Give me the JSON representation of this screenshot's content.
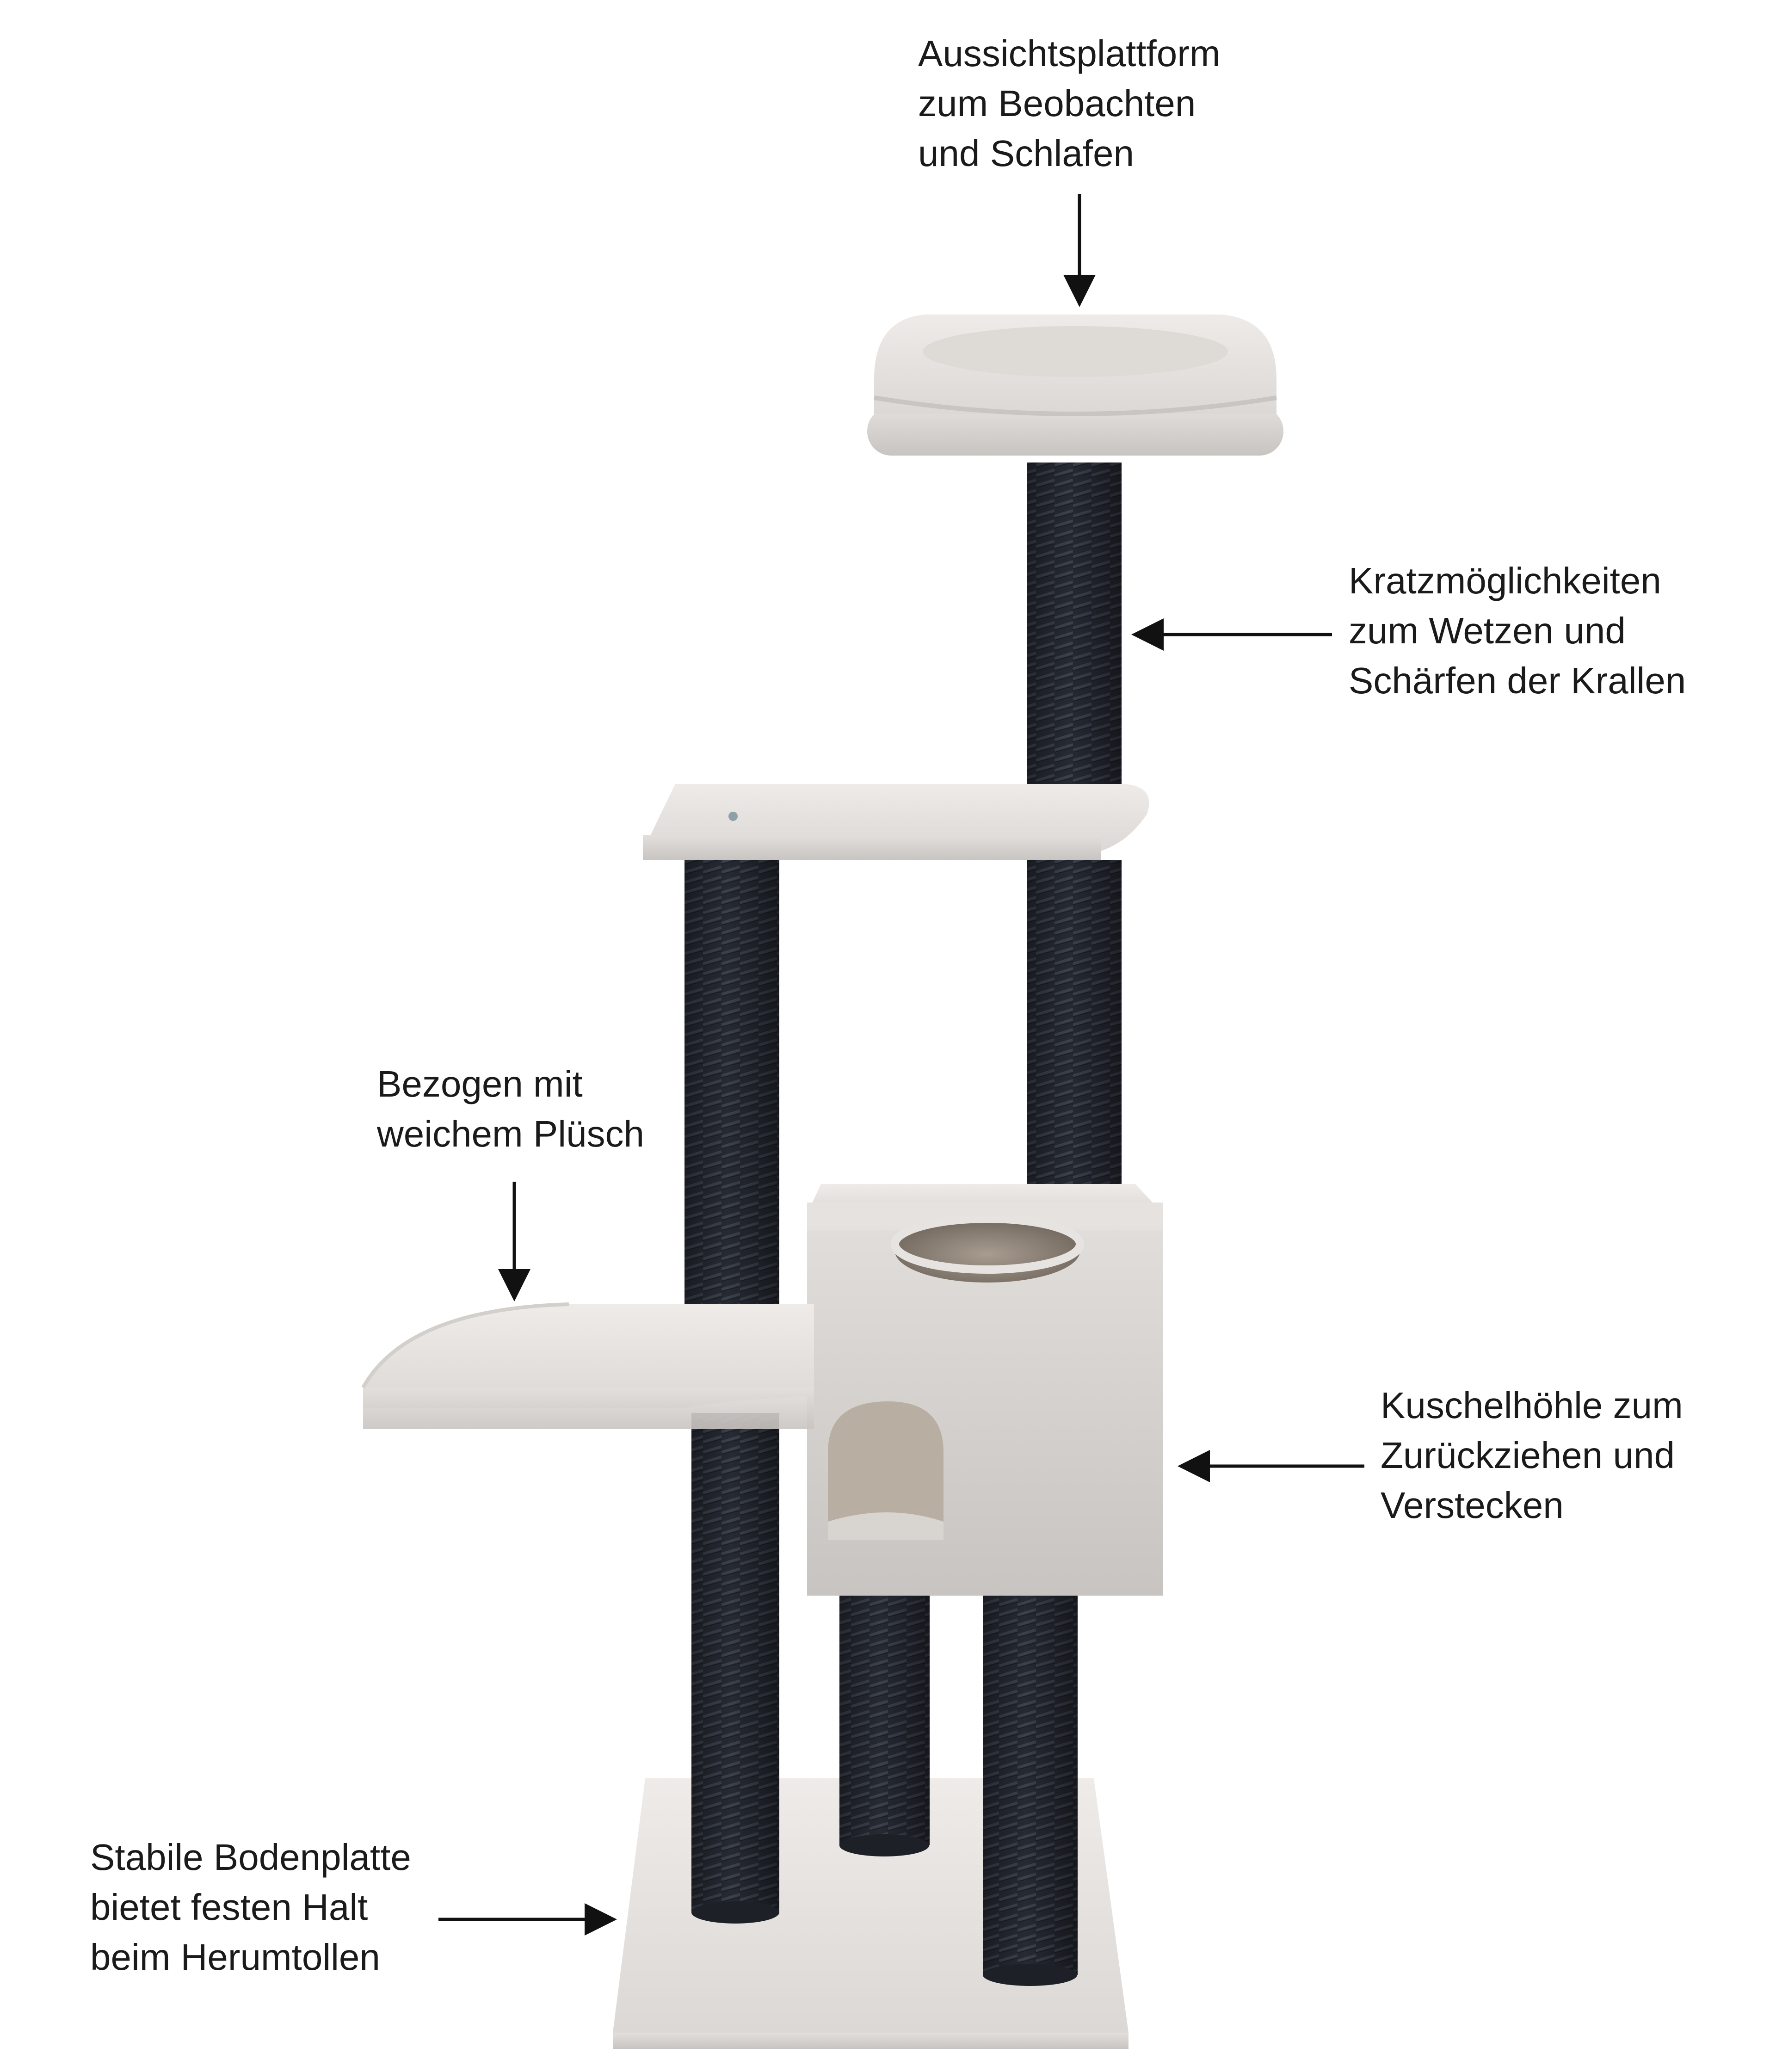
{
  "callouts": {
    "platform": {
      "lines": [
        "Aussichtsplattform",
        "zum Beobachten",
        "und Schlafen"
      ]
    },
    "scratching": {
      "lines": [
        "Kratzmöglichkeiten",
        "zum Wetzen und",
        "Schärfen der Krallen"
      ]
    },
    "plush": {
      "lines": [
        "Bezogen mit",
        "weichem Plüsch"
      ]
    },
    "cave": {
      "lines": [
        "Kuschelhöhle zum",
        "Zurückziehen und",
        "Verstecken"
      ]
    },
    "base": {
      "lines": [
        "Stabile Bodenplatte",
        "bietet festen Halt",
        "beim Herumtollen"
      ]
    }
  },
  "colors": {
    "plush": "#e6e3e1",
    "plush_shadow": "#c9c5c2",
    "sisal": "#262a33",
    "sisal_highlight": "#3c414c",
    "cave_inside": "#b9aea2",
    "arrow": "#111111",
    "text": "#1a1a1a"
  }
}
